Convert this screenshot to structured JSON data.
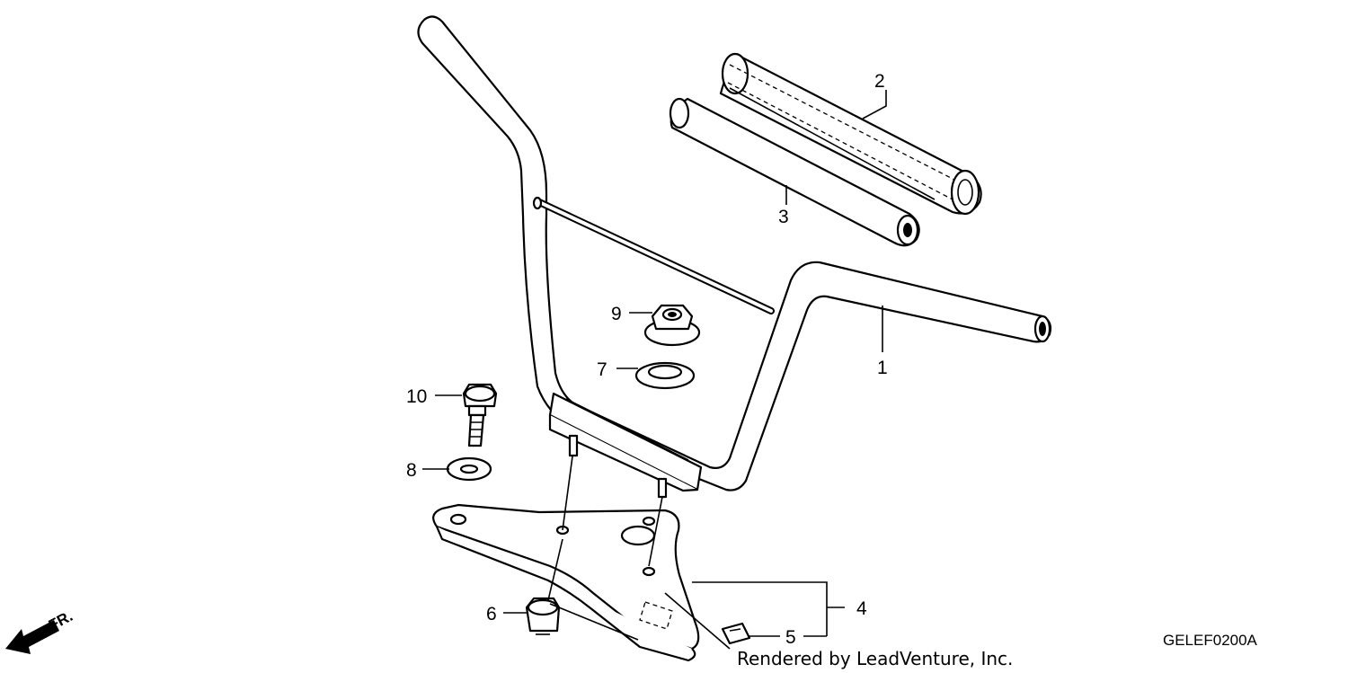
{
  "diagram": {
    "callouts": [
      {
        "id": "1",
        "label": "1"
      },
      {
        "id": "2",
        "label": "2"
      },
      {
        "id": "3",
        "label": "3"
      },
      {
        "id": "4",
        "label": "4"
      },
      {
        "id": "5",
        "label": "5"
      },
      {
        "id": "6",
        "label": "6"
      },
      {
        "id": "7",
        "label": "7"
      },
      {
        "id": "8",
        "label": "8"
      },
      {
        "id": "9",
        "label": "9"
      },
      {
        "id": "10",
        "label": "10"
      }
    ],
    "diagram_code": "GELEF0200A",
    "direction_label": "FR.",
    "credit": "Rendered by LeadVenture, Inc."
  }
}
